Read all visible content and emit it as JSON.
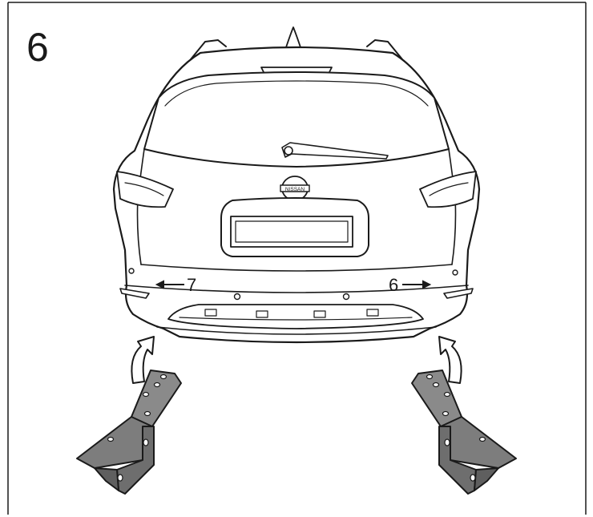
{
  "step": {
    "number": "6"
  },
  "callouts": {
    "left_bracket_label": "7",
    "right_bracket_label": "6"
  },
  "vehicle": {
    "badge_text": "NISSAN"
  },
  "colors": {
    "line": "#1a1a1a",
    "bracket_fill": "#7d7d7d",
    "background": "#ffffff"
  }
}
